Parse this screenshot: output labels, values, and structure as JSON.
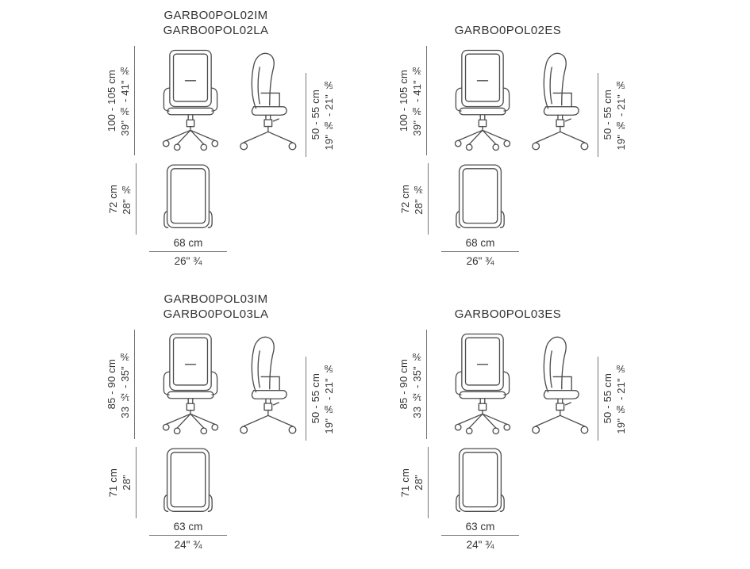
{
  "sheet": {
    "background": "#ffffff",
    "line_color": "#4c4c4f",
    "text_color": "#333336"
  },
  "quadrants": [
    {
      "title_line1": "GARBO0POL02IM",
      "title_line2": "GARBO0POL02LA",
      "height_dim": {
        "cm": "100 - 105 cm",
        "in": "39\" ⅜ - 41\" ⅜"
      },
      "seat_height_dim": {
        "cm": "50 - 55 cm",
        "in": "19\" ⅝ - 21\" ⅝"
      },
      "back_height_dim": {
        "cm": "72 cm",
        "in": "28\" ⅜"
      },
      "width_dim": {
        "cm": "68 cm",
        "in": "26\" ¾"
      }
    },
    {
      "title_line1": "",
      "title_line2": "GARBO0POL02ES",
      "height_dim": {
        "cm": "100 - 105 cm",
        "in": "39\" ⅜ - 41\" ⅜"
      },
      "seat_height_dim": {
        "cm": "50 - 55 cm",
        "in": "19\" ⅝ - 21\" ⅝"
      },
      "back_height_dim": {
        "cm": "72 cm",
        "in": "28\" ⅜"
      },
      "width_dim": {
        "cm": "68 cm",
        "in": "26\" ¾"
      }
    },
    {
      "title_line1": "GARBO0POL03IM",
      "title_line2": "GARBO0POL03LA",
      "height_dim": {
        "cm": "85 - 90 cm",
        "in": "33 ½ - 35\" ⅜"
      },
      "seat_height_dim": {
        "cm": "50 - 55 cm",
        "in": "19\" ⅝ - 21\" ⅝"
      },
      "back_height_dim": {
        "cm": "71 cm",
        "in": "28\""
      },
      "width_dim": {
        "cm": "63 cm",
        "in": "24\" ¾"
      }
    },
    {
      "title_line1": "",
      "title_line2": "GARBO0POL03ES",
      "height_dim": {
        "cm": "85 - 90 cm",
        "in": "33 ½ - 35\" ⅜"
      },
      "seat_height_dim": {
        "cm": "50 - 55 cm",
        "in": "19\" ⅝ - 21\" ⅝"
      },
      "back_height_dim": {
        "cm": "71 cm",
        "in": "28\""
      },
      "width_dim": {
        "cm": "63 cm",
        "in": "24\" ¾"
      }
    }
  ]
}
